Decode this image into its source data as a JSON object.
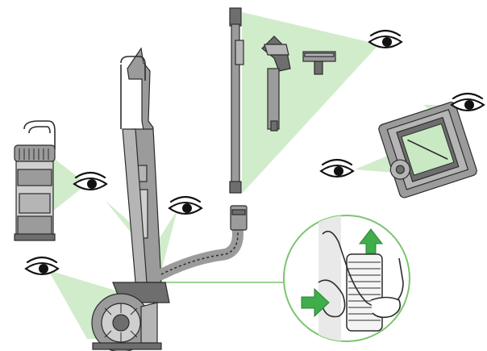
{
  "diagram": {
    "kind": "vacuum-inspection-guide",
    "colors": {
      "highlight_fill": "#c9e9c2",
      "highlight_stroke": "#7cc46f",
      "arrow_green": "#3fae4a",
      "machine_gray": "#9b9b9b",
      "machine_dark": "#6e6e6e",
      "outline": "#2c2c2c",
      "eye": "#111111"
    },
    "parts": [
      "cyclone-bin",
      "upright-body",
      "wand",
      "combination-tool",
      "stair-tool",
      "cleaner-head",
      "hose",
      "cyclone-release-detail"
    ],
    "inspection_points": 7
  }
}
